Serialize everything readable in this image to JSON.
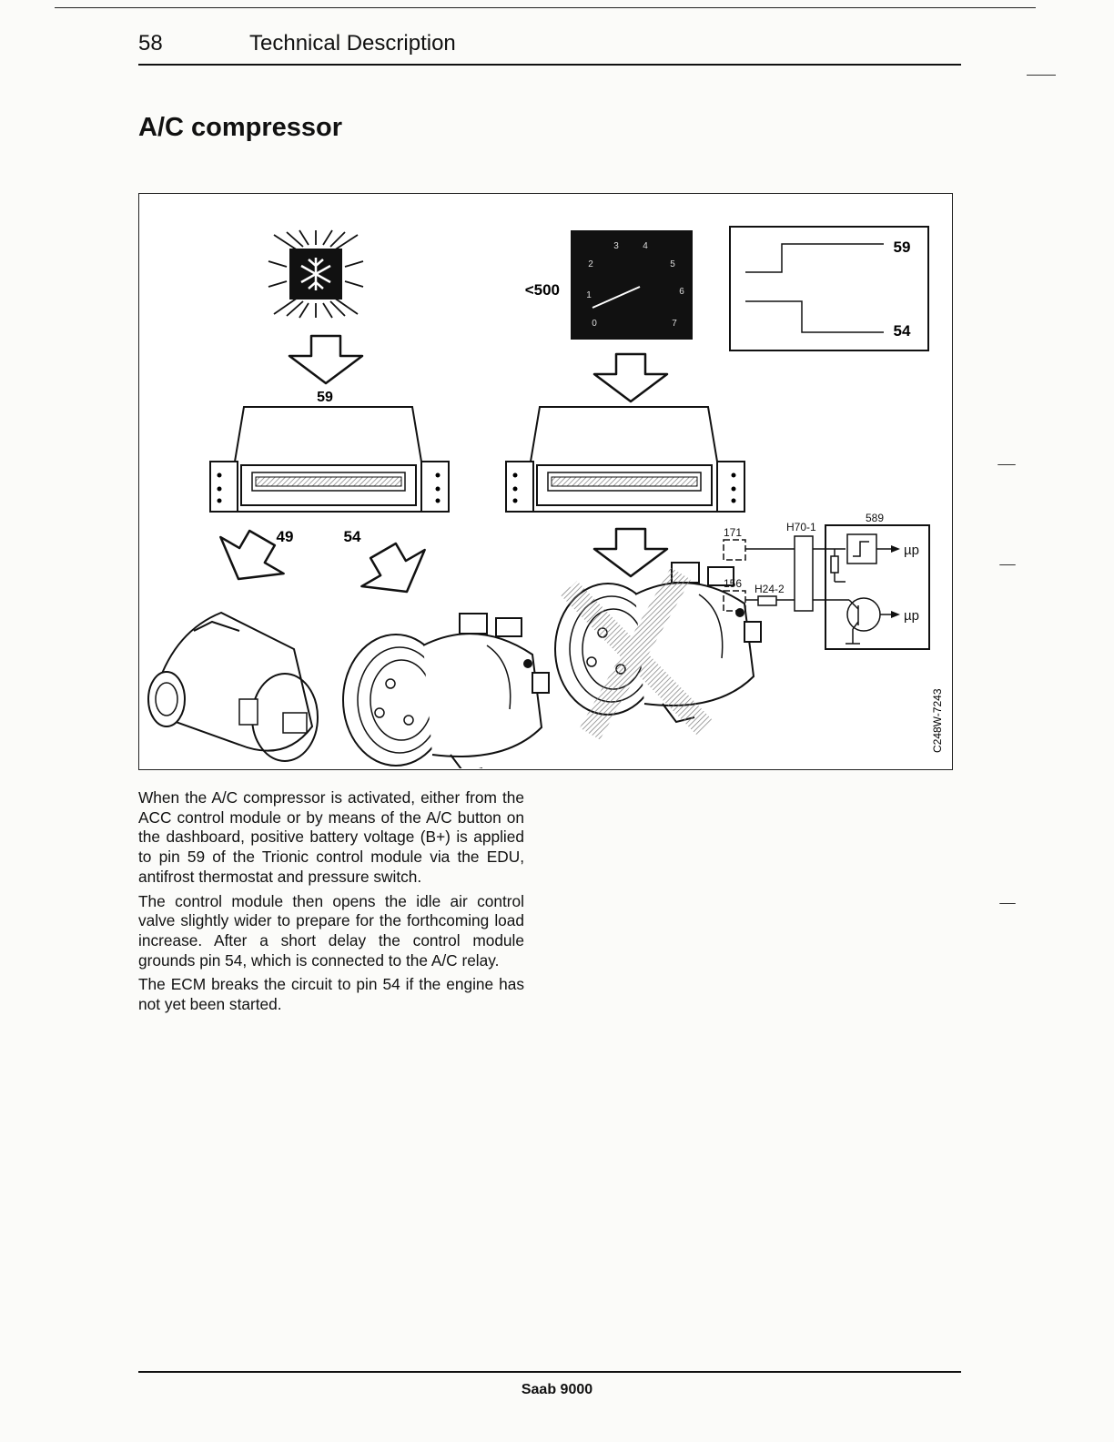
{
  "header": {
    "page_number": "58",
    "title": "Technical Description"
  },
  "section_title": "A/C compressor",
  "figure": {
    "pin_labels": {
      "tl_pin": "59",
      "ecu1_pin_left": "49",
      "ecu1_pin_right": "54",
      "signal_upper": "59",
      "signal_lower": "54"
    },
    "rpm_label": "<500",
    "gauge_numbers": [
      "1",
      "2",
      "3",
      "4",
      "5",
      "6",
      "7",
      "0"
    ],
    "circuit": {
      "conn_a": "171",
      "conn_b": "156",
      "relay": "H70-1",
      "fuse": "H24-2",
      "module": "589",
      "micro_top": "µp",
      "micro_bottom": "µp"
    },
    "ref_code": "C248W-7243"
  },
  "body": {
    "paragraphs": [
      "When the A/C compressor is activated, either from the ACC control module or by means of the A/C button on the dashboard, positive battery voltage (B+) is applied to pin 59 of the Trionic control module via the EDU, antifrost thermostat and pressure switch.",
      "The control module then opens the idle air control valve slightly wider to prepare for the forthcoming load increase. After a short delay the control module grounds pin 54, which is connected to the A/C relay.",
      "The ECM breaks the circuit to pin 54 if the engine has not yet been started."
    ]
  },
  "footer": {
    "text": "Saab 9000"
  }
}
